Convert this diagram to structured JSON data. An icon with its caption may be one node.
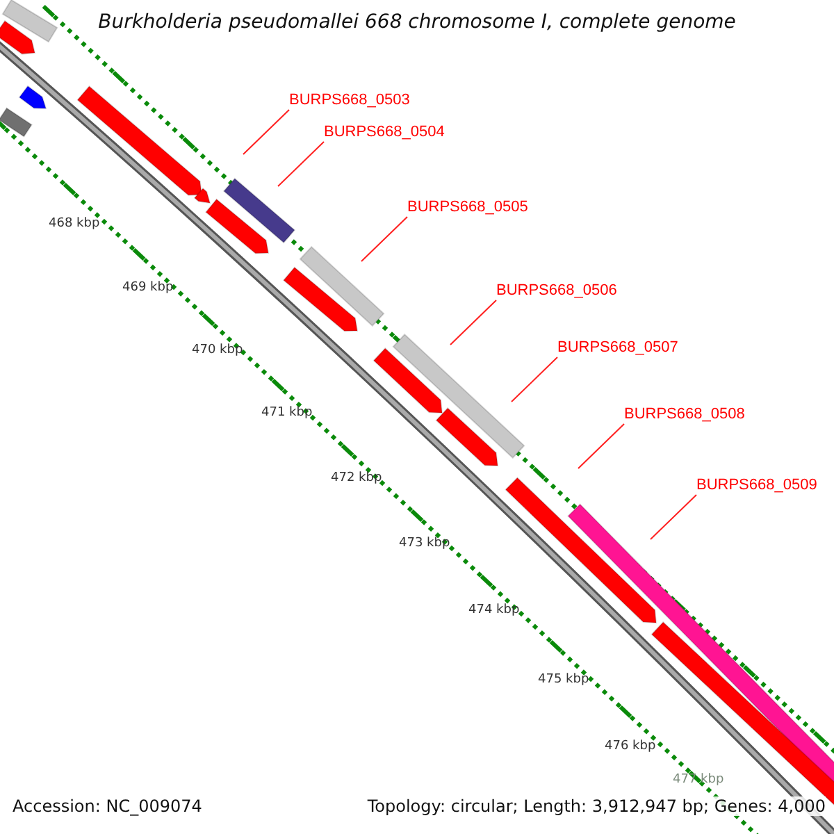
{
  "diagram": {
    "title": "Burkholderia pseudomallei 668 chromosome I, complete genome",
    "nodes": [
      {
        "text": [
          "BURPS668_0503"
        ]
      },
      {
        "text": [
          "BURPS668_0504"
        ]
      },
      {
        "text": [
          "BURPS668_0505"
        ]
      },
      {
        "text": [
          "BURPS668_0506"
        ]
      },
      {
        "text": [
          "BURPS668_0507"
        ]
      },
      {
        "text": [
          "BURPS668_0508"
        ]
      },
      {
        "text": [
          "BURPS668_0509"
        ]
      }
    ],
    "edges": [
      {
        "from": 0,
        "to": null,
        "arrow": "none"
      },
      {
        "from": 1,
        "to": null,
        "arrow": "none"
      },
      {
        "from": 2,
        "to": null,
        "arrow": "none"
      },
      {
        "from": 3,
        "to": null,
        "arrow": "none"
      },
      {
        "from": 4,
        "to": null,
        "arrow": "none"
      },
      {
        "from": 5,
        "to": null,
        "arrow": "none"
      },
      {
        "from": 6,
        "to": null,
        "arrow": "none"
      }
    ],
    "labels": [
      "468 kbp",
      "469 kbp",
      "470 kbp",
      "471 kbp",
      "472 kbp",
      "473 kbp",
      "474 kbp",
      "475 kbp",
      "476 kbp",
      "477 kbp",
      "Accession: NC_009074",
      "Topology: circular; Length: 3,912,947 bp; Genes: 4,000"
    ]
  }
}
